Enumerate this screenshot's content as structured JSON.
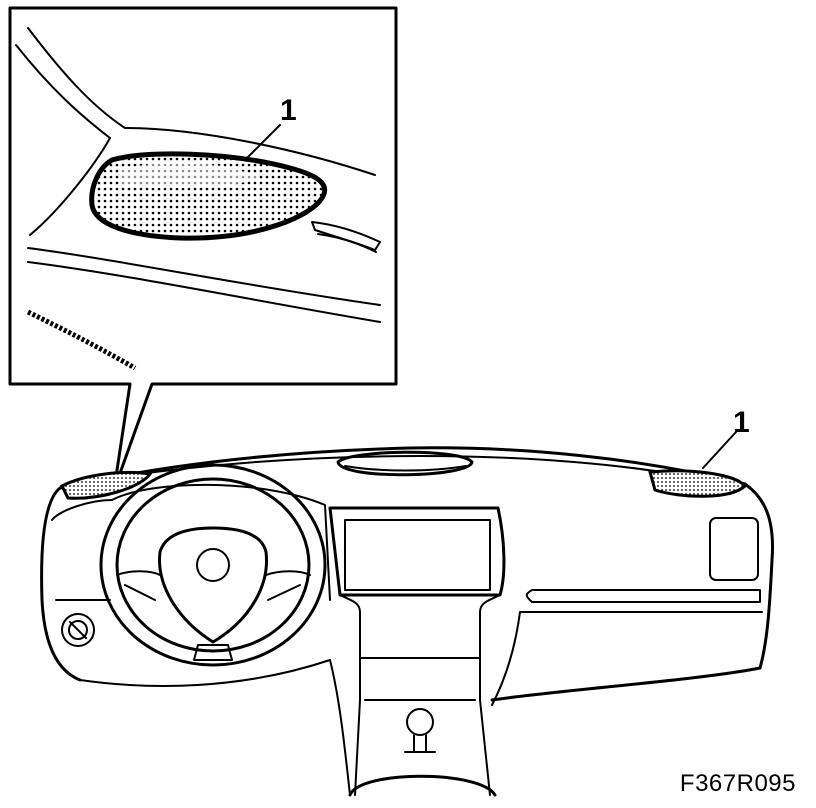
{
  "callouts": [
    {
      "id": "1",
      "label": "1",
      "target": "speaker-grille-detail"
    },
    {
      "id": "1b",
      "label": "1",
      "target": "speaker-grille-right"
    }
  ],
  "figure_code": "F367R095",
  "colors": {
    "line": "#000000",
    "background": "#ffffff"
  }
}
